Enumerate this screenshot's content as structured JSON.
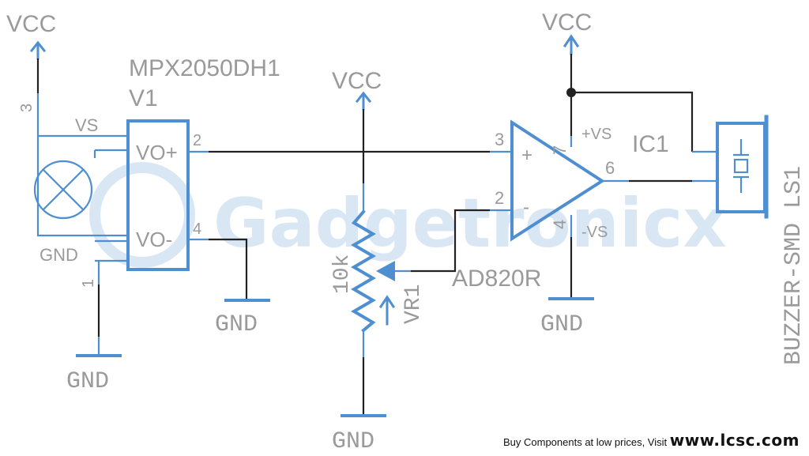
{
  "watermark": "Gadgetronicx",
  "power": {
    "vcc": "VCC",
    "gnd": "GND"
  },
  "sensor": {
    "part": "MPX2050DH1",
    "ref": "V1",
    "pin_vs": "VS",
    "pin_gnd": "GND",
    "pin_vo_plus": "VO+",
    "pin_vo_minus": "VO-",
    "pin3": "3",
    "pin1": "1",
    "pin2": "2",
    "pin4": "4"
  },
  "pot": {
    "value": "10k",
    "ref": "VR1"
  },
  "opamp": {
    "part": "AD820R",
    "ref": "IC1",
    "pin3": "3",
    "pin2": "2",
    "pin6": "6",
    "pin7": "7",
    "pin4": "4",
    "plus": "+",
    "minus": "-",
    "vs_plus": "+VS",
    "vs_minus": "-VS"
  },
  "buzzer": {
    "label": "BUZZER-SMD LS1"
  },
  "footer": {
    "text": "Buy Components at low prices, Visit ",
    "link": "www.lcsc.com"
  }
}
